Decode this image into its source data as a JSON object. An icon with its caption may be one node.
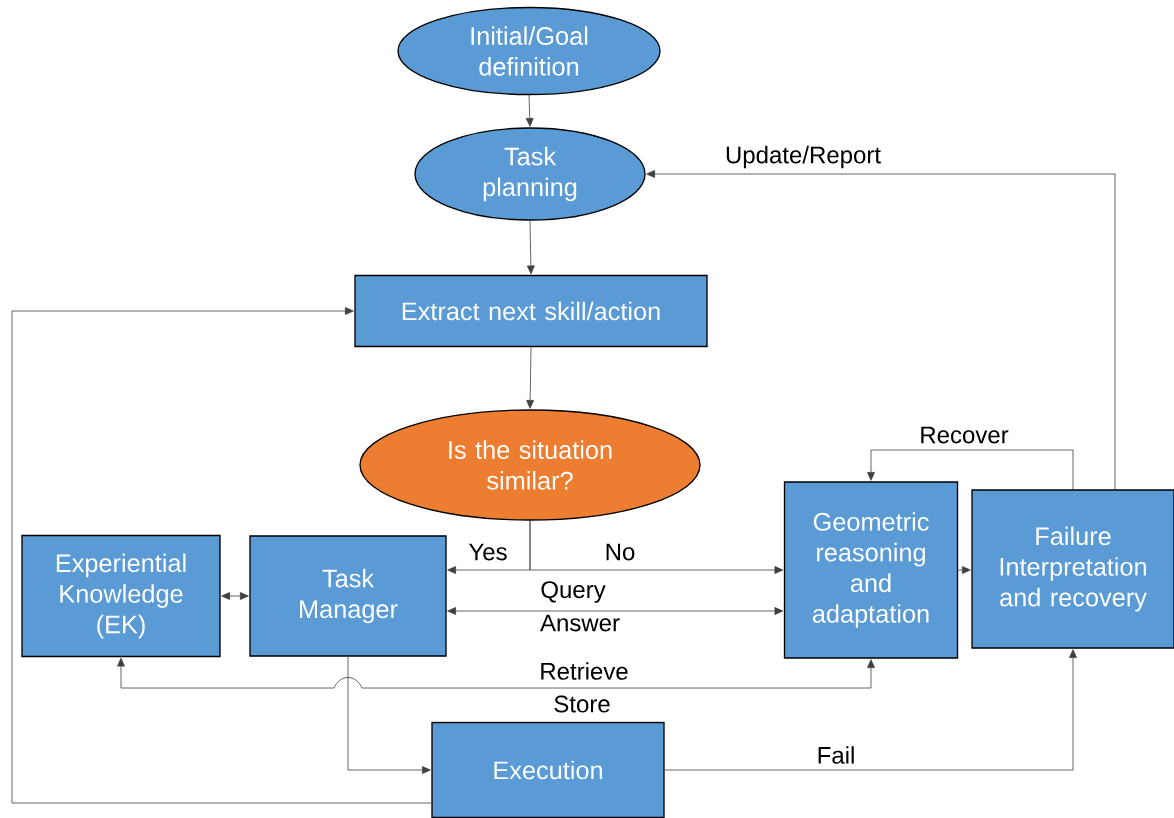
{
  "diagram": {
    "nodes": [
      {
        "text": [
          "Initial/Goal definition"
        ]
      },
      {
        "text": [
          "Task planning"
        ]
      },
      {
        "text": [
          "Extract next skill/action"
        ]
      },
      {
        "text": [
          "Is the situation similar?"
        ]
      },
      {
        "text": [
          "Experiential Knowledge (EK)"
        ]
      },
      {
        "text": [
          "Task Manager"
        ]
      },
      {
        "text": [
          "Geometric reasoning and adaptation"
        ]
      },
      {
        "text": [
          "Failure Interpretation and recovery"
        ]
      },
      {
        "text": [
          "Execution"
        ]
      }
    ],
    "edges": [
      {
        "from": 0,
        "to": 1,
        "arrow": "to"
      },
      {
        "from": 1,
        "to": 2,
        "arrow": "to"
      },
      {
        "from": 2,
        "to": 3,
        "arrow": "to"
      },
      {
        "from": 3,
        "to": 5,
        "arrow": "to",
        "label": "Yes"
      },
      {
        "from": 3,
        "to": 6,
        "arrow": "to",
        "label": "No"
      },
      {
        "from": 4,
        "to": 5,
        "arrow": "both"
      },
      {
        "from": 5,
        "to": 6,
        "arrow": "both",
        "label": "Query"
      },
      {
        "from": 4,
        "to": 6,
        "arrow": "both",
        "label": "Retrieve"
      },
      {
        "from": 5,
        "to": 8,
        "arrow": "to"
      },
      {
        "from": 8,
        "to": 2,
        "arrow": "to"
      },
      {
        "from": 8,
        "to": 7,
        "arrow": "to",
        "label": "Fail"
      },
      {
        "from": 6,
        "to": 7,
        "arrow": "to"
      },
      {
        "from": 7,
        "to": 6,
        "arrow": "to",
        "label": "Recover"
      },
      {
        "from": 7,
        "to": 1,
        "arrow": "to",
        "label": "Update/Report"
      }
    ],
    "labels": [
      "Answer",
      "Store"
    ]
  }
}
